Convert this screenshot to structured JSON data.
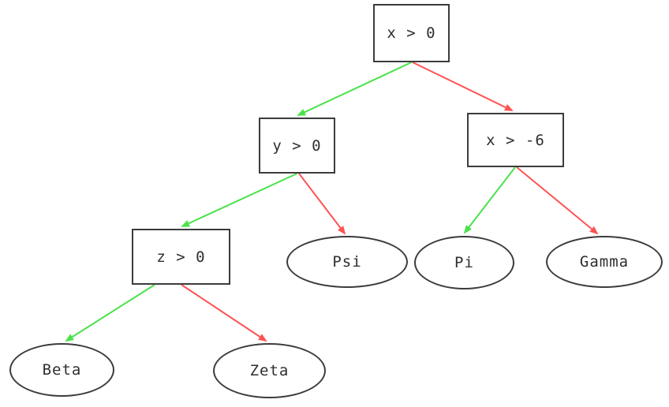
{
  "diagram": {
    "type": "decision-tree",
    "colors": {
      "true_branch": "#4ae24a",
      "false_branch": "#ff5252",
      "node_border": "#3c3c3c",
      "text": "#2e2e2e",
      "background": "#ffffff"
    },
    "nodes": [
      {
        "id": "root",
        "label": "x > 0",
        "shape": "box"
      },
      {
        "id": "y",
        "label": "y > 0",
        "shape": "box"
      },
      {
        "id": "x6",
        "label": "x > -6",
        "shape": "box"
      },
      {
        "id": "z",
        "label": "z > 0",
        "shape": "box"
      },
      {
        "id": "psi",
        "label": "Psi",
        "shape": "ellipse"
      },
      {
        "id": "pi",
        "label": "Pi",
        "shape": "ellipse"
      },
      {
        "id": "gamma",
        "label": "Gamma",
        "shape": "ellipse"
      },
      {
        "id": "beta",
        "label": "Beta",
        "shape": "ellipse"
      },
      {
        "id": "zeta",
        "label": "Zeta",
        "shape": "ellipse"
      }
    ],
    "edges": [
      {
        "from": "x > 0",
        "to": "y > 0",
        "branch": "true",
        "color": "green"
      },
      {
        "from": "x > 0",
        "to": "x > -6",
        "branch": "false",
        "color": "red"
      },
      {
        "from": "y > 0",
        "to": "z > 0",
        "branch": "true",
        "color": "green"
      },
      {
        "from": "y > 0",
        "to": "Psi",
        "branch": "false",
        "color": "red"
      },
      {
        "from": "x > -6",
        "to": "Pi",
        "branch": "true",
        "color": "green"
      },
      {
        "from": "x > -6",
        "to": "Gamma",
        "branch": "false",
        "color": "red"
      },
      {
        "from": "z > 0",
        "to": "Beta",
        "branch": "true",
        "color": "green"
      },
      {
        "from": "z > 0",
        "to": "Zeta",
        "branch": "false",
        "color": "red"
      }
    ]
  }
}
